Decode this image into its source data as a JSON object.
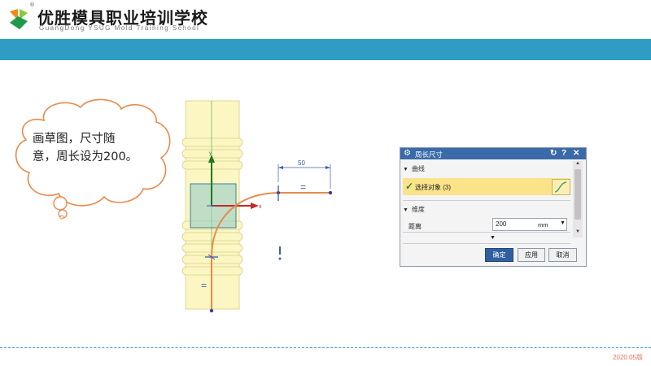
{
  "header": {
    "title": "优胜模具职业培训学校",
    "subtitle": "GuangDong YSUG Mold Training School",
    "reg_mark": "®"
  },
  "bubble": {
    "line1": "画草图，尺寸随",
    "line2": "意，周长设为200。"
  },
  "cad": {
    "dimension_value": "50",
    "equal_sign_horizontal": "=",
    "equal_sign_vertical": "=",
    "axis_x_label": "x",
    "axis_y_label": "y"
  },
  "dialog": {
    "title": "周长尺寸",
    "reset_icon": "reset-icon",
    "help_glyph": "?",
    "close_glyph": "✕",
    "section_curve": "曲线",
    "select_object": "选择对象 (3)",
    "section_dimension": "维度",
    "distance_label": "距离",
    "distance_value": "200",
    "distance_unit": "mm",
    "ok_label": "确定",
    "apply_label": "应用",
    "cancel_label": "取消"
  },
  "footer": {
    "version": "2020.05版"
  },
  "colors": {
    "accent_bar": "#2f9cc4",
    "dialog_title": "#3a6aa8",
    "selection_highlight": "#fbe38a",
    "curve_orange": "#e8894a",
    "cylinder_fill": "#fbf6c2"
  }
}
